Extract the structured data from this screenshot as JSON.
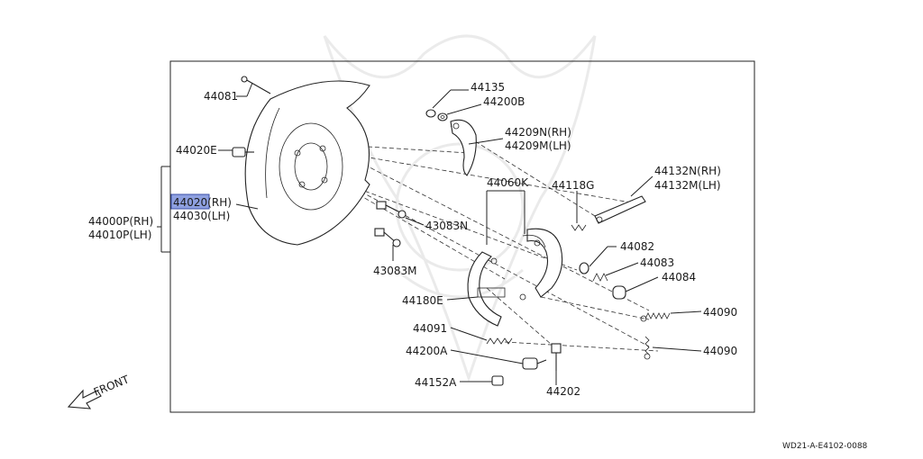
{
  "diagram": {
    "labels": {
      "p44081": "44081",
      "p44020E": "44020E",
      "p44020RH": "44020(RH)",
      "p44030LH": "44030(LH)",
      "p44000P": "44000P(RH)",
      "p44010P": "44010P(LH)",
      "p44135": "44135",
      "p44200B": "44200B",
      "p44209N": "44209N(RH)",
      "p44209M": "44209M(LH)",
      "p44060K": "44060K",
      "p44118G": "44118G",
      "p44132N": "44132N(RH)",
      "p44132M": "44132M(LH)",
      "p43083N": "43083N",
      "p43083M": "43083M",
      "p44082": "44082",
      "p44083": "44083",
      "p44084": "44084",
      "p44180E": "44180E",
      "p44090a": "44090",
      "p44090b": "44090",
      "p44091": "44091",
      "p44200A": "44200A",
      "p44152A": "44152A",
      "p44202": "44202"
    },
    "front_label": "FRONT",
    "diagram_code": "WD21-A-E4102-0088",
    "highlight_color": "#8ea0e0"
  }
}
